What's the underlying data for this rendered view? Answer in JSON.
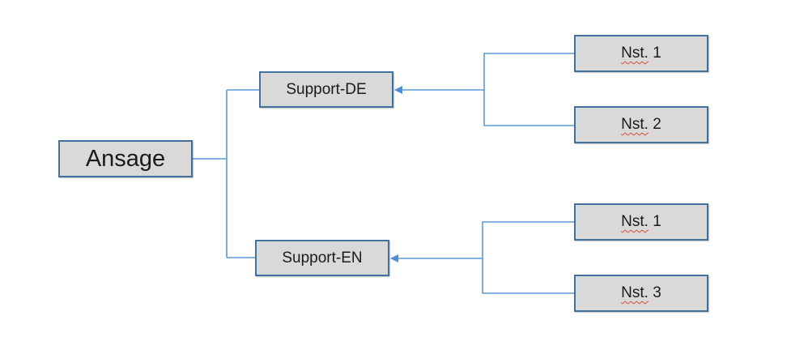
{
  "root": {
    "label": "Ansage"
  },
  "branches": [
    {
      "label": "Support-DE",
      "children": [
        {
          "word": "Nst.",
          "number": "1"
        },
        {
          "word": "Nst.",
          "number": "2"
        }
      ]
    },
    {
      "label": "Support-EN",
      "children": [
        {
          "word": "Nst.",
          "number": "1"
        },
        {
          "word": "Nst.",
          "number": "3"
        }
      ]
    }
  ],
  "colors": {
    "node_fill": "#d9d9d9",
    "node_border": "#41719c",
    "connector": "#5b9bd5",
    "spellcheck_underline": "#e0443e"
  }
}
